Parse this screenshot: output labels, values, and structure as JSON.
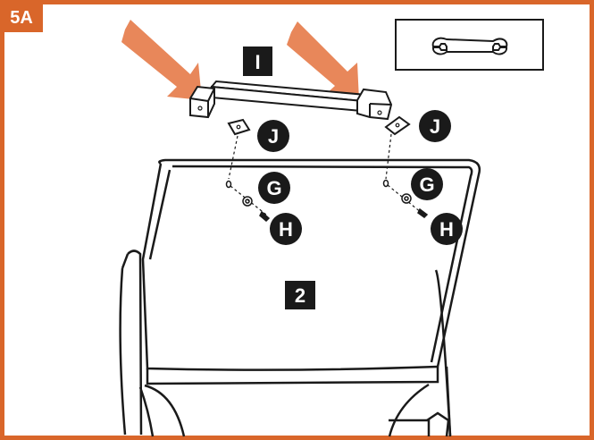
{
  "step_label": "5A",
  "labels": {
    "handle": "I",
    "lid": "2",
    "bracket_left": "J",
    "bracket_right": "J",
    "washer_left": "G",
    "washer_right": "G",
    "screw_left": "H",
    "screw_right": "H"
  },
  "tool_icon": "wrench-icon",
  "colors": {
    "frame": "#d9662a",
    "arrow": "#e8875a",
    "label_bg": "#1a1a1a",
    "label_text": "#ffffff",
    "line": "#1a1a1a"
  }
}
